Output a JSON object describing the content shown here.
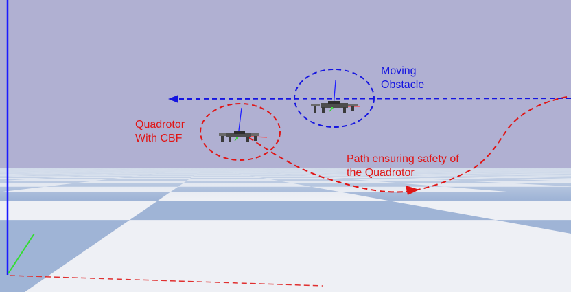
{
  "scene": {
    "sky_color": "#b0b0d2",
    "floor_light": "#eef0f5",
    "floor_dark": "#9fb4d6",
    "horizon_haze": "#d2dbe8"
  },
  "annotations": {
    "obstacle": {
      "line1": "Moving",
      "line2": "Obstacle",
      "color": "#1515e0"
    },
    "quadrotor": {
      "line1": "Quadrotor",
      "line2": "With CBF",
      "color": "#e01515"
    },
    "path": {
      "line1": "Path ensuring safety of",
      "line2": "the Quadrotor",
      "color": "#e01515"
    }
  },
  "icons": {
    "obstacle_drone": "drone-icon",
    "quadrotor_drone": "drone-icon"
  }
}
